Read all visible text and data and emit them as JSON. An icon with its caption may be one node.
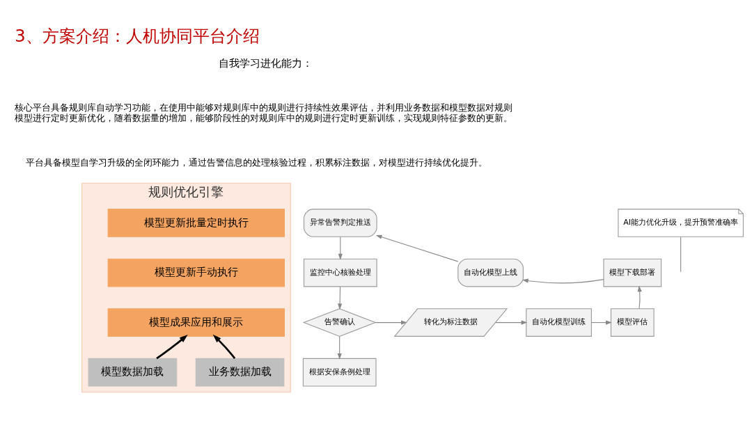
{
  "diagram": {
    "title": "3、方案介绍：人机协同平台介绍",
    "nodes": [
      {
        "text": [
          "规则优化引擎"
        ]
      },
      {
        "text": [
          "模型更新批量定时执行"
        ],
        "in": 0
      },
      {
        "text": [
          "模型更新手动执行"
        ],
        "in": 0
      },
      {
        "text": [
          "模型成果应用和展示"
        ],
        "in": 0
      },
      {
        "text": [
          "模型数据加载"
        ],
        "in": 0
      },
      {
        "text": [
          "业务数据加载"
        ],
        "in": 0
      },
      {
        "text": [
          "异常告警判定推送"
        ]
      },
      {
        "text": [
          "监控中心核验处理"
        ]
      },
      {
        "text": [
          "告警确认"
        ]
      },
      {
        "text": [
          "转化为标注数据"
        ]
      },
      {
        "text": [
          "自动化模型训练"
        ]
      },
      {
        "text": [
          "模型评估"
        ]
      },
      {
        "text": [
          "模型下载部署"
        ]
      },
      {
        "text": [
          "自动化模型上线"
        ]
      },
      {
        "text": [
          "AI能力优化升级，提升预警准确率"
        ]
      },
      {
        "text": [
          "根据安保条例处理"
        ]
      }
    ],
    "edges": [
      {
        "from": 4,
        "to": 3,
        "arrow": "to",
        "style": "thick",
        "color": "#000000"
      },
      {
        "from": 5,
        "to": 3,
        "arrow": "to",
        "style": "thick",
        "color": "#000000"
      },
      {
        "from": 6,
        "to": 7,
        "arrow": "to"
      },
      {
        "from": 7,
        "to": 8,
        "arrow": "to"
      },
      {
        "from": 8,
        "to": 9,
        "arrow": "to"
      },
      {
        "from": 9,
        "to": 10,
        "arrow": "to"
      },
      {
        "from": 10,
        "to": 11,
        "arrow": "to"
      },
      {
        "from": 11,
        "to": 12,
        "arrow": "to"
      },
      {
        "from": 12,
        "to": 13,
        "arrow": "to"
      },
      {
        "from": 13,
        "to": 6,
        "arrow": "to"
      },
      {
        "from": 14,
        "to": null,
        "arrow": "none"
      },
      {
        "from": 8,
        "to": 15,
        "arrow": "to"
      }
    ],
    "labels": [
      "自我学习进化能力：",
      "核心平台具备规则库自动学习功能，在使用中能够对规则库中的规则进行持续性效果评估，并利用业务数据和模型数据对规则模型进行定时更新优化，随着数据量的增加，能够阶段性的对规则库中的规则进行定时更新训练，实现规则特征参数的更新。",
      "平台具备模型自学习升级的全闭环能力，通过告警信息的处理核验过程，积累标注数据，对模型进行持续优化提升。"
    ]
  }
}
